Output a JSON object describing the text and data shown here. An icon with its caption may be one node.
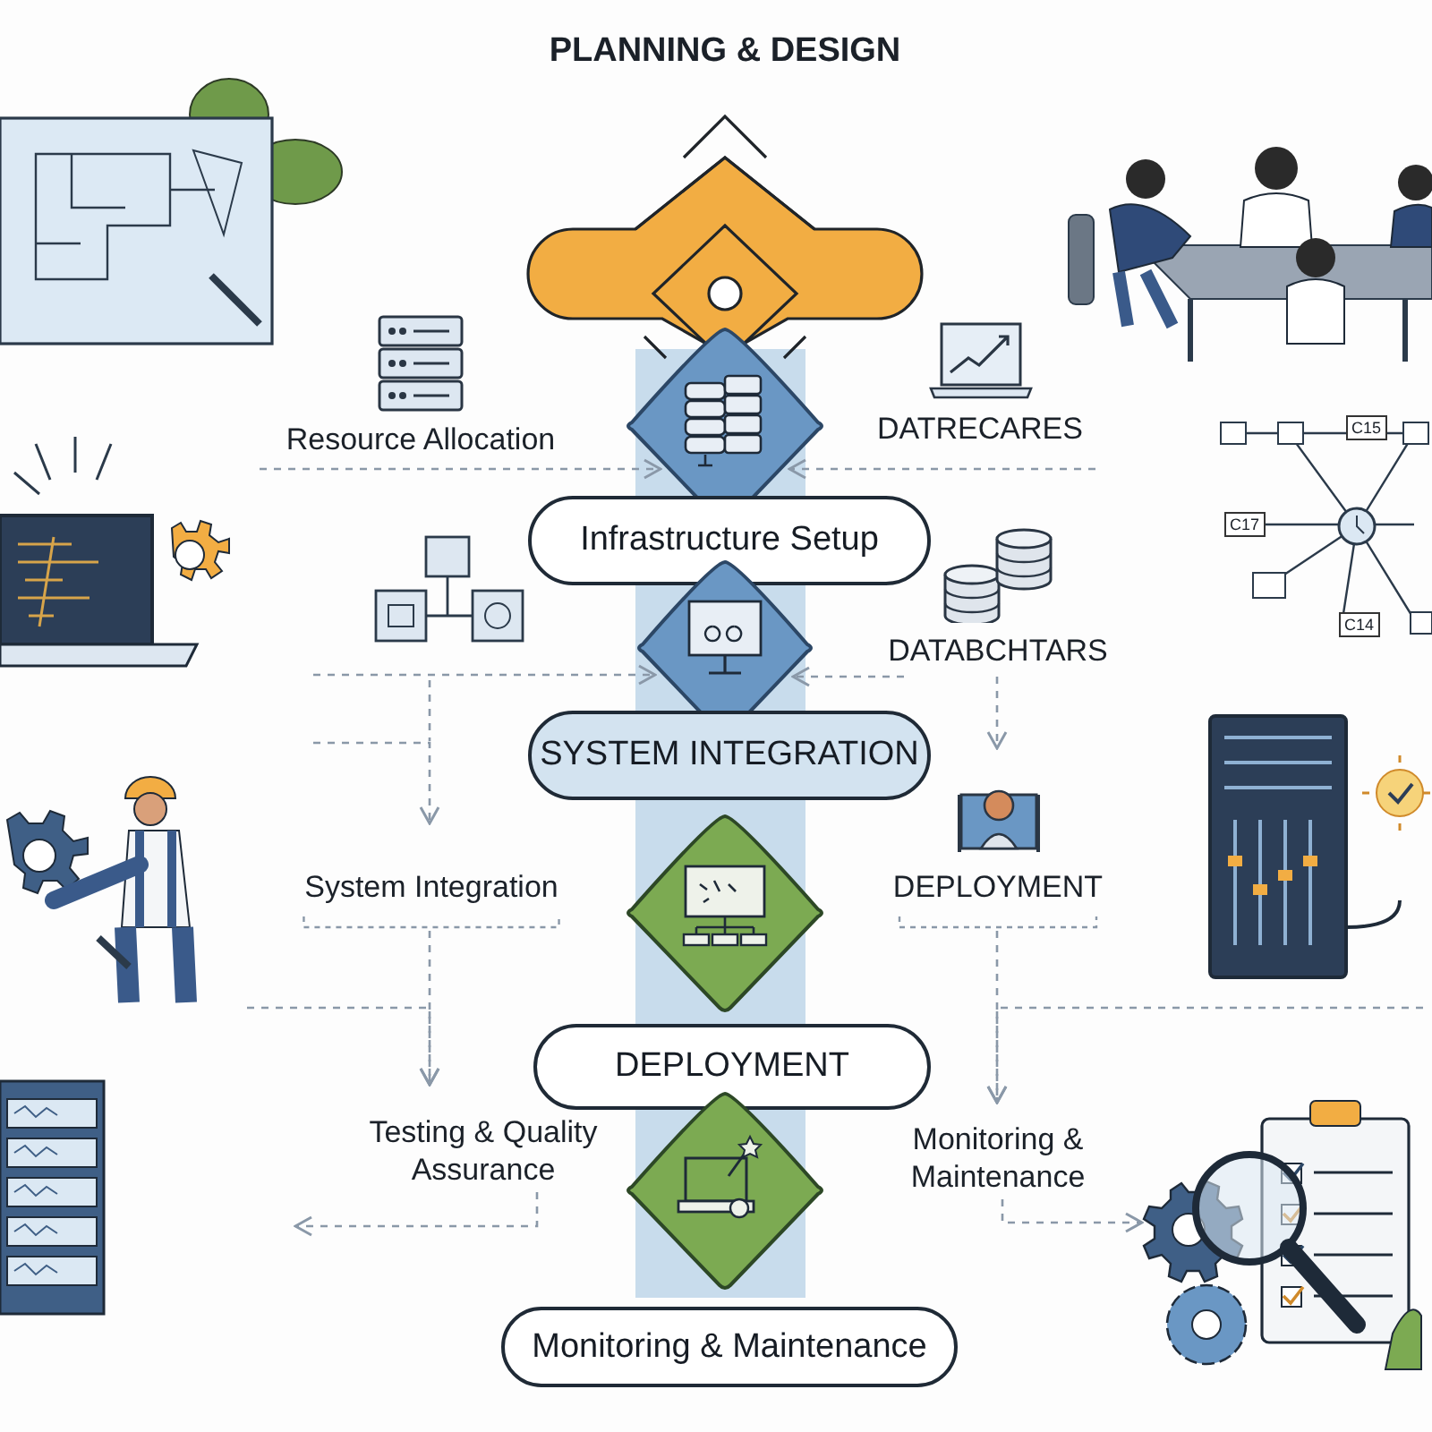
{
  "diagram": {
    "nodes": [
      {
        "text": [
          "PLANNING & DESIGN"
        ]
      },
      {
        "text": [],
        "shape": "diamond"
      },
      {
        "text": [
          "Infrastructure Setup"
        ]
      },
      {
        "text": [],
        "shape": "diamond"
      },
      {
        "text": [
          "SYSTEM INTEGRATION"
        ]
      },
      {
        "text": [],
        "shape": "diamond"
      },
      {
        "text": [
          "DEPLOYMENT"
        ]
      },
      {
        "text": [],
        "shape": "diamond"
      },
      {
        "text": [
          "Monitoring & Maintenance"
        ]
      },
      {
        "text": [
          "Resource Allocation"
        ]
      },
      {
        "text": [
          "DATRECARES"
        ]
      },
      {
        "text": [
          "DATABCHTARS"
        ]
      },
      {
        "text": [
          "System Integration"
        ]
      },
      {
        "text": [
          "Testing & Quality Assurance"
        ]
      },
      {
        "text": [
          "DEPLOYMENT"
        ]
      },
      {
        "text": [
          "Monitoring & Maintenance"
        ]
      },
      {
        "text": [],
        "shape": "picture"
      }
    ],
    "edges": [
      {
        "from": 9,
        "to": 1,
        "arrow": "to"
      },
      {
        "from": 10,
        "to": 1,
        "arrow": "to"
      },
      {
        "from": null,
        "to": 3,
        "arrow": "to"
      },
      {
        "from": 11,
        "to": 3,
        "arrow": "to"
      },
      {
        "from": null,
        "to": 12,
        "arrow": "to"
      },
      {
        "from": 12,
        "to": 13,
        "arrow": "to"
      },
      {
        "from": null,
        "to": 13,
        "arrow": "to"
      },
      {
        "from": 13,
        "to": null,
        "arrow": "to"
      },
      {
        "from": 11,
        "to": 14,
        "arrow": "to"
      },
      {
        "from": 14,
        "to": 15,
        "arrow": "to"
      },
      {
        "from": null,
        "to": 15,
        "arrow": "to"
      },
      {
        "from": 15,
        "to": 16,
        "arrow": "to"
      }
    ],
    "labels": [
      "C15",
      "C17",
      "C14"
    ]
  }
}
